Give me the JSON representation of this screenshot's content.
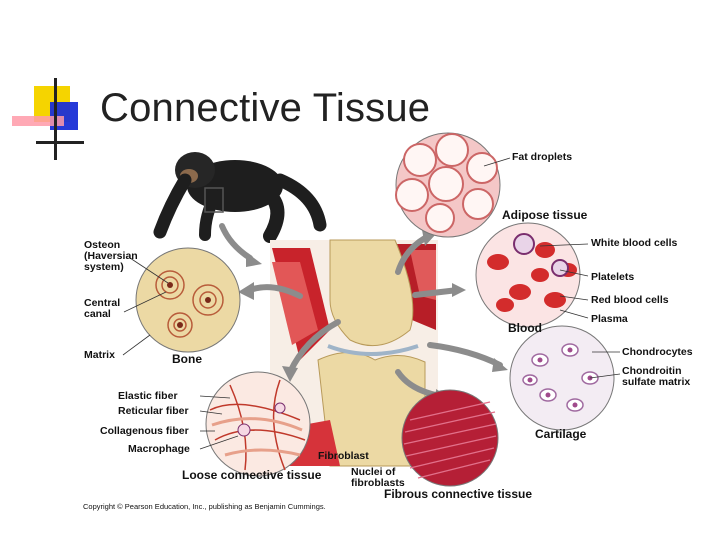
{
  "slide": {
    "title": "Connective Tissue"
  },
  "labels": {
    "fat_droplets": "Fat droplets",
    "adipose_tissue": "Adipose tissue",
    "white_blood_cells": "White blood cells",
    "platelets": "Platelets",
    "red_blood_cells": "Red blood cells",
    "plasma": "Plasma",
    "blood": "Blood",
    "osteon": "Osteon",
    "haversian": "(Haversian",
    "system": "system)",
    "central": "Central",
    "canal": "canal",
    "matrix": "Matrix",
    "bone": "Bone",
    "chondrocytes": "Chondrocytes",
    "chondroitin": "Chondroitin",
    "sulfate_matrix": "sulfate matrix",
    "cartilage": "Cartilage",
    "elastic_fiber": "Elastic fiber",
    "reticular_fiber": "Reticular fiber",
    "collagenous_fiber": "Collagenous fiber",
    "macrophage": "Macrophage",
    "fibroblast": "Fibroblast",
    "loose_ct": "Loose connective tissue",
    "nuclei_of": "Nuclei of",
    "fibroblasts": "fibroblasts",
    "fibrous_ct": "Fibrous connective tissue"
  },
  "copyright": "Copyright © Pearson Education, Inc., publishing as Benjamin Cummings.",
  "colors": {
    "logo_yellow": "#f5d400",
    "logo_blue": "#1a2fd6",
    "logo_red": "#e8304a",
    "tissue_pink": "#f4c7c7",
    "blood_red": "#d32c2c",
    "bone_tan": "#ecd9a4",
    "arrow_gray": "#8c8c8c"
  }
}
